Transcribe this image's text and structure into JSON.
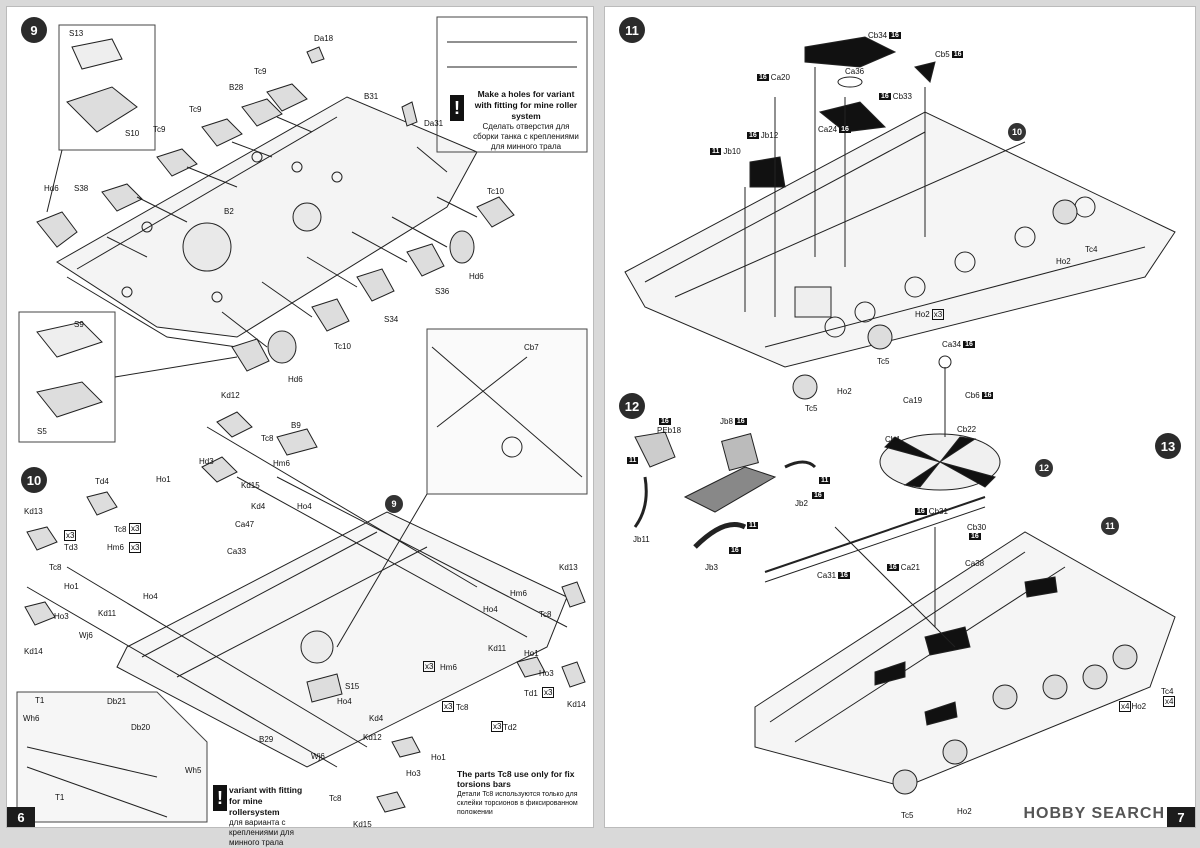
{
  "pages": {
    "left_number": "6",
    "right_number": "7"
  },
  "steps": {
    "s9": "9",
    "s10": "10",
    "s11": "11",
    "s12": "12",
    "s13": "13",
    "ref9": "9",
    "ref10": "10",
    "ref11": "11",
    "ref12": "12"
  },
  "notes": {
    "mine_roller_en": "Make a holes for variant with fitting for mine roller system",
    "mine_roller_ru": "Сделать отверстия для сборки танка с креплениями для минного трала",
    "variant_en": "variant with fitting for mine rollersystem",
    "variant_ru": "для варианта с креплениями для минного трала",
    "tc8_en": "The parts Tc8 use only for fix torsions bars",
    "tc8_ru": "Детали Tc8 используются только для склейки торсионов в фиксированном положении"
  },
  "labels_step9": [
    "S13",
    "S10",
    "Da18",
    "Tc9",
    "B28",
    "Tc9",
    "B31",
    "Da31",
    "Tc9",
    "S38",
    "Hd6",
    "B2",
    "Tc10",
    "Hd6",
    "S36",
    "S34",
    "Tc10",
    "Hd6",
    "S9",
    "S5"
  ],
  "labels_step10": [
    "Kd12",
    "Tc8",
    "B9",
    "Hd3",
    "Ho1",
    "Hm6",
    "Kd15",
    "Kd4",
    "Ho4",
    "Ca47",
    "Ca33",
    "Kd13",
    "Td4",
    "Tc8",
    "Td3",
    "Hm6",
    "Tc8",
    "Ho1",
    "Ho4",
    "Ho3",
    "Kd11",
    "Wj6",
    "Kd14",
    "Hm6",
    "Kd13",
    "Tc8",
    "Ho4",
    "Kd11",
    "Ho1",
    "Hm6",
    "Ho3",
    "Td1",
    "Kd14",
    "S15",
    "Ho4",
    "Kd4",
    "Tc8",
    "Td2",
    "B29",
    "Wj6",
    "Kd12",
    "Ho1",
    "Ho3",
    "Tc8",
    "Kd15",
    "Cb7",
    "T1",
    "Db21",
    "Wh6",
    "Db20",
    "Wh5",
    "T1"
  ],
  "labels_step11": [
    "Cb34",
    "Cb5",
    "Ca20",
    "Ca36",
    "Cb33",
    "Jb12",
    "Ca24",
    "Jb10",
    "Tc4",
    "Ho2",
    "Ho2",
    "Tc5",
    "Ho2",
    "Tc5"
  ],
  "labels_step12": [
    "PEb18",
    "Jb8",
    "Jb11",
    "Jb2",
    "Jb3"
  ],
  "labels_step13": [
    "Ca34",
    "Ca19",
    "Cb6",
    "Cb22",
    "Cb4",
    "Cb31",
    "Cb30",
    "Ca38",
    "Ca21",
    "Ca31",
    "Tc4",
    "Ho2",
    "Tc5",
    "Ho2"
  ],
  "multipliers": [
    "3",
    "3",
    "3",
    "3",
    "3",
    "3",
    "3",
    "3",
    "4",
    "4"
  ],
  "paint_codes": [
    "16",
    "16",
    "16",
    "16",
    "16",
    "16",
    "16",
    "16",
    "16",
    "16",
    "16",
    "16",
    "16",
    "16",
    "16",
    "16",
    "11",
    "11",
    "11",
    "11"
  ],
  "watermark": "HOBBY SEARCH"
}
